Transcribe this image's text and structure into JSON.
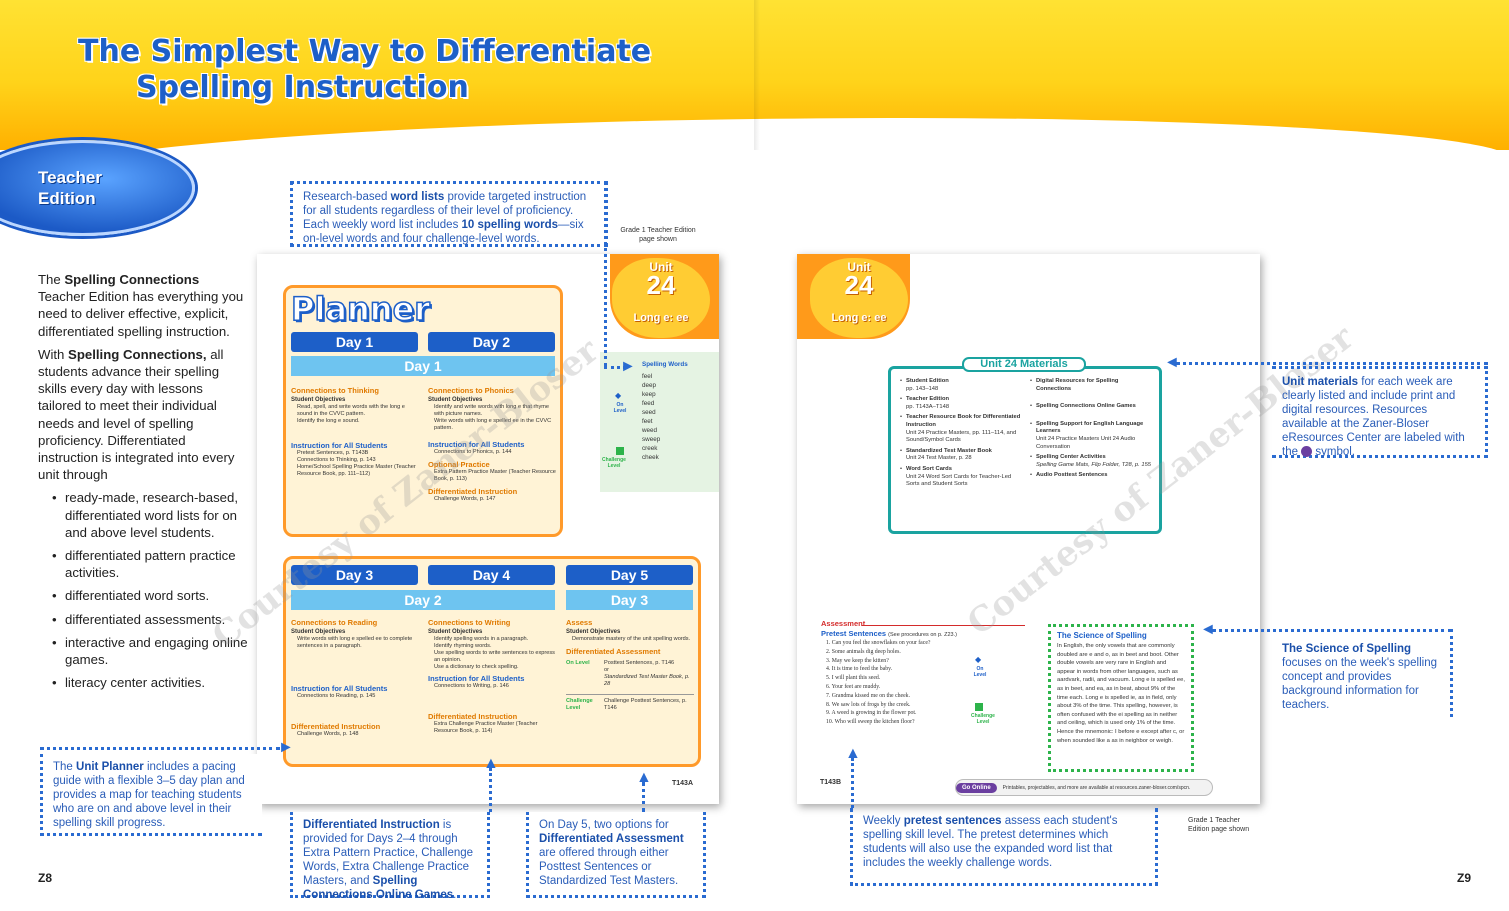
{
  "header": {
    "title_line1": "The Simplest Way to Differentiate",
    "title_line2": "Spelling Instruction"
  },
  "badge": {
    "line1": "Teacher",
    "line2": "Edition"
  },
  "intro": {
    "p1_prefix": "The ",
    "p1_bold": "Spelling Connections",
    "p1_rest": " Teacher Edition has everything you need to deliver effective, explicit, differentiated spelling instruction.",
    "p2_prefix": "With ",
    "p2_bold": "Spelling Connections,",
    "p2_rest": " all students advance their spelling skills every day with lessons tailored to meet their individual needs and level of spelling proficiency. Differentiated instruction is integrated into every unit through",
    "bullets": [
      "ready-made, research-based, differentiated word lists for on and above level students.",
      "differentiated pattern practice activities.",
      "differentiated word sorts.",
      "differentiated assessments.",
      "interactive and engaging online games.",
      "literacy center activities."
    ]
  },
  "callouts": {
    "word_lists": {
      "t1": "Research-based ",
      "b1": "word lists",
      "t2": " provide targeted instruction for all students regardless of their level of proficiency. Each weekly word list includes ",
      "b2": "10 spelling words",
      "t3": "—six on-level words and four challenge-level words."
    },
    "unit_planner": {
      "t1": "The ",
      "b1": "Unit Planner",
      "t2": " includes a pacing guide with a flexible 3–5 day plan and provides a map for teaching students who are on and above level in their spelling skill progress."
    },
    "diff_instruction": {
      "b1": "Differentiated Instruction",
      "t1": " is provided for Days 2–4 through Extra Pattern Practice, Challenge Words, Extra Challenge Practice Masters, and ",
      "b2": "Spelling Connections Online Games",
      "t2": "."
    },
    "day5": {
      "t1": "On Day 5, two options for ",
      "b1": "Differentiated Assessment",
      "t2": " are offered through either Posttest Sentences or Standardized Test Masters."
    },
    "unit_materials": {
      "b1": "Unit materials",
      "t1": " for each week are clearly listed and include print and digital resources. Resources available at the Zaner-Bloser eResources Center are labeled with the ",
      "t2": " symbol."
    },
    "science": {
      "b1": "The Science of Spelling",
      "t1": " focuses on the week's spelling concept and provides background information for teachers."
    },
    "pretest": {
      "t1": "Weekly ",
      "b1": "pretest sentences",
      "t2": " assess each student's spelling skill level. The pretest determines which students will also use the expanded word list that includes the weekly challenge words."
    }
  },
  "notes": {
    "grade_left": "Grade 1 Teacher Edition page shown",
    "grade_right": "Grade 1 Teacher Edition page shown"
  },
  "page_numbers": {
    "left": "Z8",
    "right": "Z9"
  },
  "watermark": "Courtesy of Zaner-Bloser",
  "left_page": {
    "unit_word": "Unit",
    "unit_num": "24",
    "unit_sub": "Long e: ee",
    "planner_title": "Planner",
    "page_code": "T143A",
    "days_top": [
      "Day 1",
      "Day 2"
    ],
    "days_top_sub": "Day 1",
    "days_bottom": [
      "Day 3",
      "Day 4",
      "Day 5"
    ],
    "days_bottom_sub": [
      "Day 2",
      "Day 3"
    ],
    "col1": {
      "h1a": "Connections to ",
      "h1b": "Thinking",
      "so": "Student Objectives",
      "items": [
        "Read, spell, and write words with the long e sound in the CVVC pattern.",
        "Identify the long e sound."
      ],
      "h2": "Instruction for All Students",
      "items2": [
        "Pretest Sentences, p. T143B",
        "Connections to Thinking, p. 143",
        "Home/School Spelling Practice Master (Teacher Resource Book, pp. 111–112)"
      ]
    },
    "col2": {
      "h1a": "Connections to ",
      "h1b": "Phonics",
      "so": "Student Objectives",
      "items": [
        "Identify and write words with long e that rhyme with picture names.",
        "Write words with long e spelled ee in the CVVC pattern."
      ],
      "h2": "Instruction for All Students",
      "items2": [
        "Connections to Phonics, p. 144"
      ],
      "h3": "Optional Practice",
      "items3": [
        "Extra Pattern Practice Master (Teacher Resource Book, p. 113)"
      ],
      "h4": "Differentiated Instruction",
      "items4": [
        "Challenge Words, p. 147"
      ]
    },
    "col3": {
      "h1a": "Connections to ",
      "h1b": "Reading",
      "so": "Student Objectives",
      "items": [
        "Write words with long e spelled ee to complete sentences in a paragraph."
      ],
      "h2": "Instruction for All Students",
      "items2": [
        "Connections to Reading, p. 145"
      ],
      "h3": "Differentiated Instruction",
      "items3": [
        "Challenge Words, p. 148"
      ]
    },
    "col4": {
      "h1a": "Connections to ",
      "h1b": "Writing",
      "so": "Student Objectives",
      "items": [
        "Identify spelling words in a paragraph.",
        "Identify rhyming words.",
        "Use spelling words to write sentences to express an opinion.",
        "Use a dictionary to check spelling."
      ],
      "h2": "Instruction for All Students",
      "items2": [
        "Connections to Writing, p. 146"
      ],
      "h3": "Differentiated Instruction",
      "items3": [
        "Extra Challenge Practice Master (Teacher Resource Book, p. 114)"
      ]
    },
    "col5": {
      "h1": "Assess",
      "so": "Student Objectives",
      "items": [
        "Demonstrate mastery of the unit spelling words."
      ],
      "h2": "Differentiated Assessment",
      "on_level": "On Level",
      "on_items": [
        "Posttest Sentences, p. T146",
        "or",
        "Standardized Test Master Book, p. 28"
      ],
      "ch_level": "Challenge Level",
      "ch_items": [
        "Challenge Posttest Sentences, p. T146"
      ]
    },
    "spelling_words": {
      "title": "Spelling Words",
      "on_label": "On Level",
      "ch_label": "Challenge Level",
      "words": [
        "feel",
        "deep",
        "keep",
        "feed",
        "seed",
        "feet",
        "weed",
        "sweep",
        "creek",
        "cheek"
      ]
    }
  },
  "right_page": {
    "unit_word": "Unit",
    "unit_num": "24",
    "unit_sub": "Long e: ee",
    "materials_title": "Unit 24 Materials",
    "materials_left": [
      {
        "b": "Student Edition",
        "t": "pp. 143–148"
      },
      {
        "b": "Teacher Edition",
        "t": "pp. T143A–T148"
      },
      {
        "b": "Teacher Resource Book for Differentiated Instruction",
        "t": "Unit 24 Practice Masters, pp. 111–114, and Sound/Symbol Cards"
      },
      {
        "b": "Standardized Test Master Book",
        "t": "Unit 24 Test Master, p. 28"
      },
      {
        "b": "Word Sort Cards",
        "t": "Unit 24 Word Sort Cards for Teacher-Led Sorts and Student Sorts"
      }
    ],
    "materials_right": [
      {
        "b": "Digital Resources for Spelling Connections",
        "t": ""
      },
      {
        "b": "Spelling Connections Online Games",
        "t": ""
      },
      {
        "b": "Spelling Support for English Language Learners",
        "t": "Unit 24 Practice Masters Unit 24 Audio Conversation"
      },
      {
        "b": "Spelling Center Activities",
        "t": "Spelling Game Mats, Flip Folder, T28, p. 155"
      },
      {
        "b": "Audio Posttest Sentences",
        "t": ""
      }
    ],
    "assessment_title": "Assessment",
    "pretest_title": "Pretest Sentences",
    "pretest_note": "(See procedures on p. Z23.)",
    "sentences": [
      "1. Can you feel the snowflakes on your face?",
      "2. Some animals dig deep holes.",
      "3. May we keep the kitten?",
      "4. It is time to feed the baby.",
      "5. I will plant this seed.",
      "6. Your feet are muddy.",
      "7. Grandma kissed me on the cheek.",
      "8. We saw lots of frogs by the creek.",
      "9. A weed is growing in the flower pot.",
      "10. Who will sweep the kitchen floor?"
    ],
    "on_label": "On Level",
    "ch_label": "Challenge Level",
    "science_title": "The Science of Spelling",
    "science_text": "In English, the only vowels that are commonly doubled are e and o, as in beet and boot. Other double vowels are very rare in English and appear in words from other languages, such as aardvark, radii, and vacuum. Long e is spelled ee, as in beet, and ea, as in beat, about 9% of the time each. Long e is spelled ie, as in field, only about 3% of the time. This spelling, however, is often confused with the ei spelling as in neither and ceiling, which is used only 1% of the time. Hence the mnemonic: I before e except after c, or when sounded like a as in neighbor or weigh.",
    "page_code": "T143B",
    "go_online": "Go Online",
    "go_online_text": "Printables, projectables, and more are available at resources.zaner-bloser.com/spcn."
  },
  "colors": {
    "brand_blue": "#1d5fc8",
    "header_yellow": "#ffd31a",
    "orange": "#ff9a1a",
    "callout_blue": "#2a6bd1",
    "teal": "#1aa3a0",
    "green": "#2db34a"
  }
}
